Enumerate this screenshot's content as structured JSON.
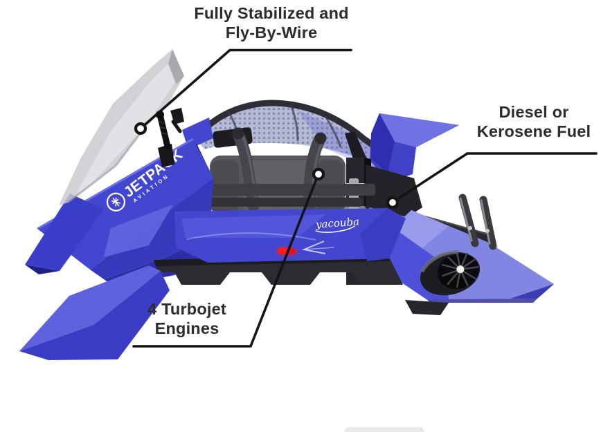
{
  "labels": {
    "stabilized": {
      "line1": "Fully Stabilized and",
      "line2": "Fly-By-Wire"
    },
    "fuel": {
      "line1": "Diesel or",
      "line2": "Kerosene Fuel"
    },
    "engines": {
      "line1": "4 Turbojet",
      "line2": "Engines"
    }
  },
  "vehicle": {
    "brand": "JETPACK",
    "brand_sub": "AVIATION",
    "signature": "yacouba",
    "colors": {
      "body_blue": "#4347d0",
      "body_blue_light": "#8286e2",
      "body_blue_dark": "#2c2ea6",
      "mesh_fill": "#b4bad6",
      "frame_dark": "#26262c",
      "windshield_tint": "#c8c8cd",
      "red_light": "#ff1c1c",
      "label_text": "#2e2b2c",
      "callout_line": "#141414"
    }
  }
}
